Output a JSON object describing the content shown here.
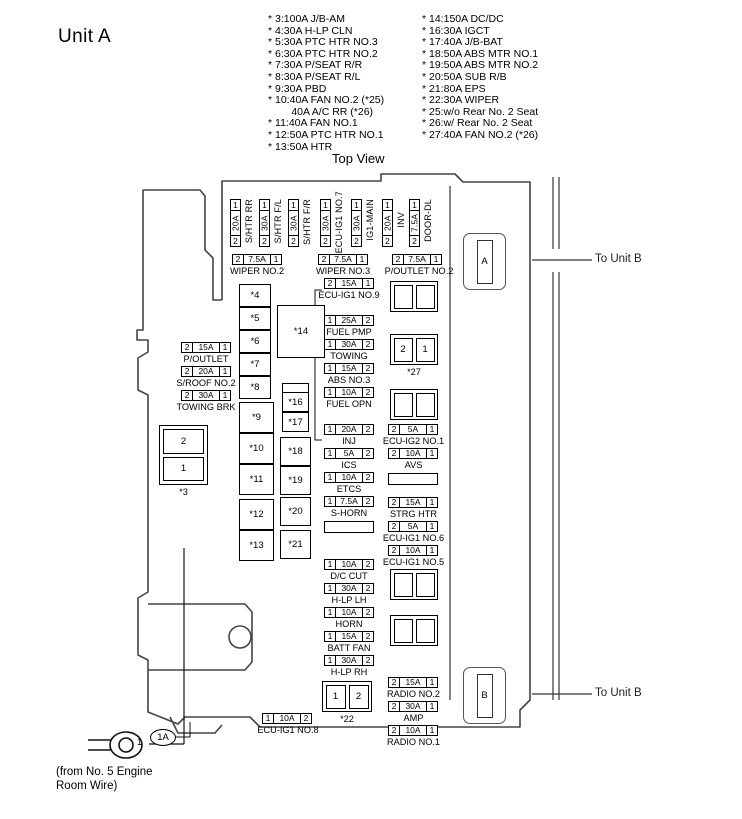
{
  "page": {
    "unit_title": "Unit A",
    "view_title": "Top View",
    "source_note": "(from No. 5 Engine\nRoom Wire)",
    "pin_one_label": "1",
    "ground_badge": "1A"
  },
  "legend": {
    "left_column": "* 3:100A J/B-AM\n* 4:30A H-LP CLN\n* 5:30A PTC HTR NO.3\n* 6:30A PTC HTR NO.2\n* 7:30A P/SEAT R/R\n* 8:30A P/SEAT R/L\n* 9:30A PBD\n* 10:40A FAN NO.2 (*25)\n        40A A/C RR (*26)\n* 11:40A FAN NO.1\n* 12:50A PTC HTR NO.1\n* 13:50A HTR",
    "right_column": "* 14:150A DC/DC\n* 16:30A IGCT\n* 17:40A J/B-BAT\n* 18:50A ABS MTR NO.1\n* 19:50A ABS MTR NO.2\n* 20:50A SUB R/B\n* 21:80A EPS\n* 22:30A WIPER\n* 25:w/o Rear No. 2 Seat\n* 26:w/ Rear No. 2 Seat\n* 27:40A FAN NO.2 (*26)"
  },
  "top_fuses": [
    {
      "pin_top": "1",
      "amp": "20A",
      "pin_bottom": "2",
      "name": "S/HTR RR"
    },
    {
      "pin_top": "1",
      "amp": "30A",
      "pin_bottom": "2",
      "name": "S/HTR F/L"
    },
    {
      "pin_top": "1",
      "amp": "30A",
      "pin_bottom": "2",
      "name": "S/HTR F/R"
    },
    {
      "pin_top": "1",
      "amp": "30A",
      "pin_bottom": "2",
      "name": "ECU-IG1 NO.7"
    },
    {
      "pin_top": "1",
      "amp": "30A",
      "pin_bottom": "2",
      "name": "IG1-MAIN"
    },
    {
      "pin_top": "1",
      "amp": "20A",
      "pin_bottom": "2",
      "name": "INV"
    },
    {
      "pin_top": "1",
      "amp": "7.5A",
      "pin_bottom": "2",
      "name": "DOOR-DL"
    }
  ],
  "row_fuses_upper": [
    {
      "pin_left": "2",
      "amp": "7.5A",
      "pin_right": "1",
      "name": "WIPER NO.2"
    },
    {
      "pin_left": "2",
      "amp": "7.5A",
      "pin_right": "1",
      "name": "WIPER NO.3"
    },
    {
      "pin_left": "2",
      "amp": "7.5A",
      "pin_right": "1",
      "name": "P/OUTLET NO.2"
    }
  ],
  "left_fuses": [
    {
      "pin_left": "2",
      "amp": "15A",
      "pin_right": "1",
      "name": "P/OUTLET"
    },
    {
      "pin_left": "2",
      "amp": "20A",
      "pin_right": "1",
      "name": "S/ROOF NO.2"
    },
    {
      "pin_left": "2",
      "amp": "30A",
      "pin_right": "1",
      "name": "TOWING BRK"
    }
  ],
  "center_fuses": [
    {
      "pin_left": "2",
      "amp": "15A",
      "pin_right": "1",
      "name": "ECU-IG1 NO.9"
    },
    {
      "pin_left": "1",
      "amp": "25A",
      "pin_right": "2",
      "name": "FUEL PMP"
    },
    {
      "pin_left": "1",
      "amp": "30A",
      "pin_right": "2",
      "name": "TOWING"
    },
    {
      "pin_left": "1",
      "amp": "15A",
      "pin_right": "2",
      "name": "ABS NO.3"
    },
    {
      "pin_left": "1",
      "amp": "10A",
      "pin_right": "2",
      "name": "FUEL OPN"
    },
    {
      "pin_left": "1",
      "amp": "20A",
      "pin_right": "2",
      "name": "INJ"
    },
    {
      "pin_left": "1",
      "amp": "5A",
      "pin_right": "2",
      "name": "ICS"
    },
    {
      "pin_left": "1",
      "amp": "10A",
      "pin_right": "2",
      "name": "ETCS"
    },
    {
      "pin_left": "1",
      "amp": "7.5A",
      "pin_right": "2",
      "name": "S-HORN"
    },
    {
      "pin_left": "1",
      "amp": "10A",
      "pin_right": "2",
      "name": "D/C CUT"
    },
    {
      "pin_left": "1",
      "amp": "30A",
      "pin_right": "2",
      "name": "H-LP LH"
    },
    {
      "pin_left": "1",
      "amp": "10A",
      "pin_right": "2",
      "name": "HORN"
    },
    {
      "pin_left": "1",
      "amp": "15A",
      "pin_right": "2",
      "name": "BATT FAN"
    },
    {
      "pin_left": "1",
      "amp": "30A",
      "pin_right": "2",
      "name": "H-LP RH"
    },
    {
      "pin_left": "1",
      "amp": "10A",
      "pin_right": "2",
      "name": "ECU-IG1 NO.8"
    }
  ],
  "right_fuses": [
    {
      "pin_left": "2",
      "amp": "5A",
      "pin_right": "1",
      "name": "ECU-IG2 NO.1"
    },
    {
      "pin_left": "2",
      "amp": "10A",
      "pin_right": "1",
      "name": "AVS"
    },
    {
      "pin_left": "2",
      "amp": "15A",
      "pin_right": "1",
      "name": "STRG HTR"
    },
    {
      "pin_left": "2",
      "amp": "5A",
      "pin_right": "1",
      "name": "ECU-IG1 NO.6"
    },
    {
      "pin_left": "2",
      "amp": "10A",
      "pin_right": "1",
      "name": "ECU-IG1 NO.5"
    },
    {
      "pin_left": "2",
      "amp": "15A",
      "pin_right": "1",
      "name": "RADIO NO.2"
    },
    {
      "pin_left": "2",
      "amp": "30A",
      "pin_right": "1",
      "name": "AMP"
    },
    {
      "pin_left": "2",
      "amp": "10A",
      "pin_right": "1",
      "name": "RADIO NO.1"
    }
  ],
  "slots_column_a": [
    "*4",
    "*5",
    "*6",
    "*7",
    "*8",
    "*9",
    "*10",
    "*11",
    "*12",
    "*13"
  ],
  "slots_column_b": [
    "*16",
    "*17",
    "*18",
    "*19",
    "*20",
    "*21"
  ],
  "big_slot": "*14",
  "relay_3": {
    "label": "*3",
    "cell_top": "2",
    "cell_bottom": "1"
  },
  "relay_27": {
    "label": "*27",
    "cell_left": "2",
    "cell_right": "1"
  },
  "relay_22": {
    "label": "*22",
    "cell_left": "1",
    "cell_right": "2"
  },
  "connectors": [
    {
      "id": "A",
      "target": "To Unit B"
    },
    {
      "id": "B",
      "target": "To Unit B"
    }
  ]
}
